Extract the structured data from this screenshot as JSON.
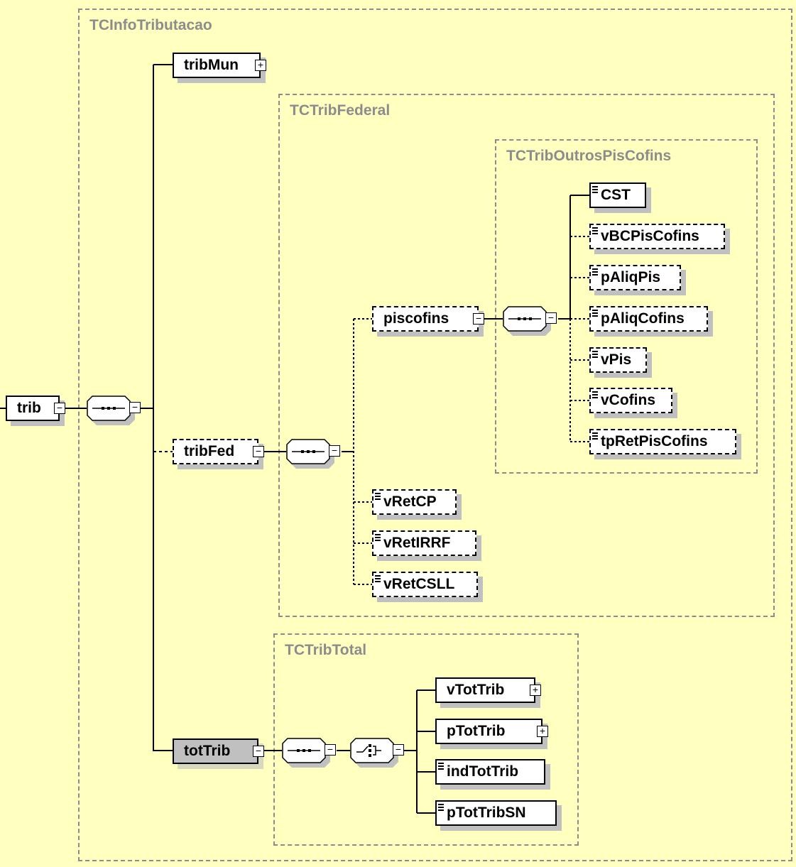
{
  "frames": {
    "info": "TCInfoTributacao",
    "federal": "TCTribFederal",
    "outros": "TCTribOutrosPisCofins",
    "total": "TCTribTotal"
  },
  "nodes": {
    "trib": "trib",
    "tribMun": "tribMun",
    "tribFed": "tribFed",
    "totTrib": "totTrib",
    "piscofins": "piscofins",
    "CST": "CST",
    "vBCPisCofins": "vBCPisCofins",
    "pAliqPis": "pAliqPis",
    "pAliqCofins": "pAliqCofins",
    "vPis": "vPis",
    "vCofins": "vCofins",
    "tpRetPisCofins": "tpRetPisCofins",
    "vRetCP": "vRetCP",
    "vRetIRRF": "vRetIRRF",
    "vRetCSLL": "vRetCSLL",
    "vTotTrib": "vTotTrib",
    "pTotTrib": "pTotTrib",
    "indTotTrib": "indTotTrib",
    "pTotTribSN": "pTotTribSN"
  },
  "expanders": {
    "collapse": "−",
    "expand": "+"
  },
  "colors": {
    "background": "#ffffc0",
    "frame": "#8c8c8c",
    "selected": "#c0c0c0"
  }
}
